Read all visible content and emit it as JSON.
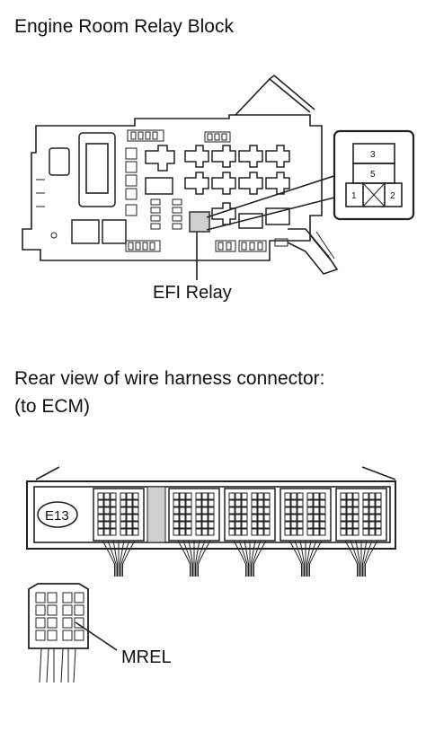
{
  "title": "Engine Room Relay Block",
  "efi_label": "EFI Relay",
  "relay_pins": {
    "top": "3",
    "mid": "5",
    "left": "1",
    "right": "2"
  },
  "rear_view_line1": "Rear view of wire harness connector:",
  "rear_view_line2": "(to ECM)",
  "connector_code": "E13",
  "mrel_label": "MREL"
}
